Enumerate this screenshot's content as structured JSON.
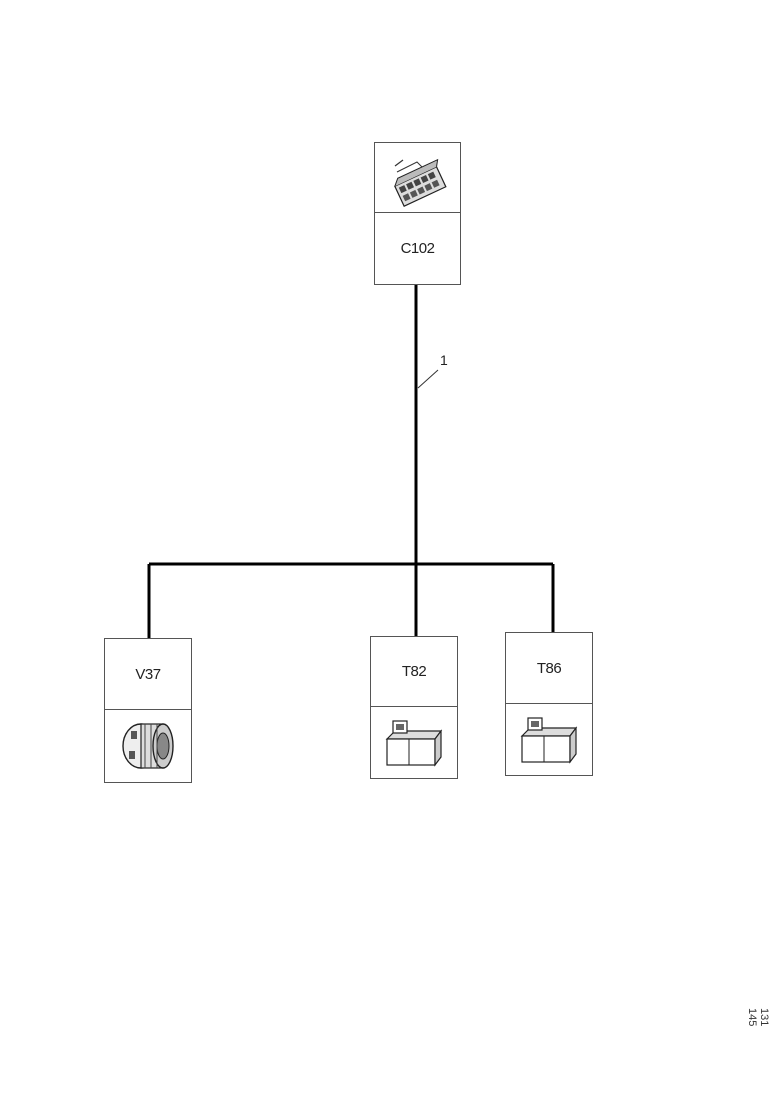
{
  "diagram": {
    "top_connector": {
      "label": "C102",
      "icon": "multi-pin-connector-icon"
    },
    "wire_label": "1",
    "bottom_connectors": [
      {
        "label": "V37",
        "icon": "round-connector-icon"
      },
      {
        "label": "T82",
        "icon": "two-pin-connector-icon"
      },
      {
        "label": "T86",
        "icon": "two-pin-connector-icon"
      }
    ],
    "reference_number": "131 145"
  }
}
